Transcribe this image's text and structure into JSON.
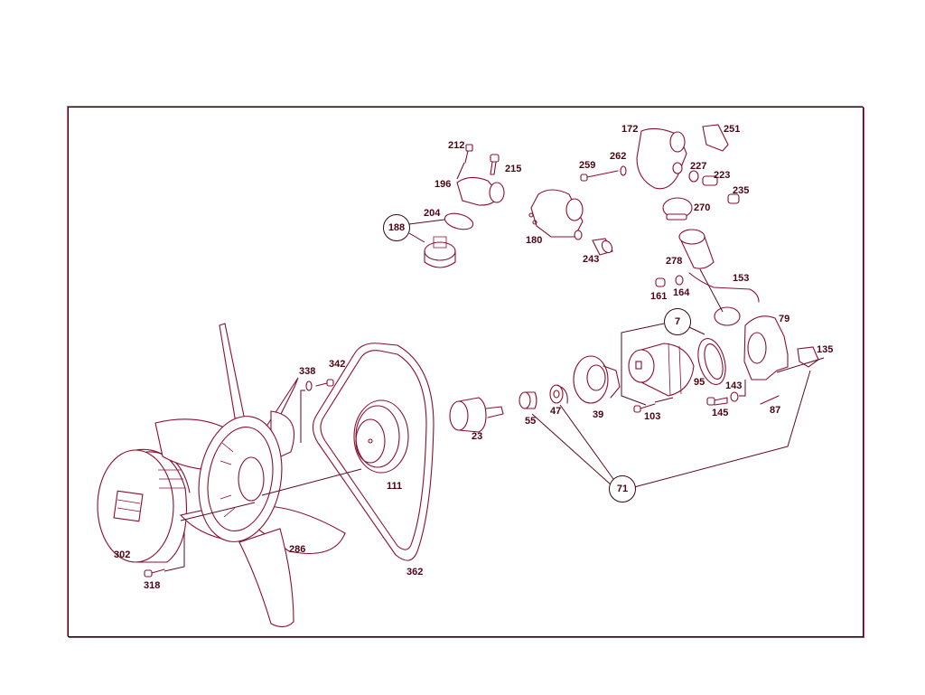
{
  "diagram": {
    "type": "exploded parts diagram",
    "subject": "engine cooling system - water pump, thermostat housing, fan and belt",
    "colors": {
      "line": "#8a0f2e",
      "label": "#4a0412",
      "frame": "#1a0006",
      "background": "#ffffff"
    }
  },
  "labels": {
    "p212": "212",
    "p215": "215",
    "p196": "196",
    "p204": "204",
    "p188": "188",
    "p180": "180",
    "p243": "243",
    "p259": "259",
    "p262": "262",
    "p172": "172",
    "p251": "251",
    "p227": "227",
    "p223": "223",
    "p235": "235",
    "p270": "270",
    "p278": "278",
    "p161": "161",
    "p164": "164",
    "p153": "153",
    "p7": "7",
    "p79": "79",
    "p135": "135",
    "p95": "95",
    "p143": "143",
    "p145": "145",
    "p87": "87",
    "p103": "103",
    "p39": "39",
    "p47": "47",
    "p55": "55",
    "p23": "23",
    "p111": "111",
    "p71": "71",
    "p338": "338",
    "p342": "342",
    "p362": "362",
    "p286": "286",
    "p302": "302",
    "p318": "318"
  }
}
